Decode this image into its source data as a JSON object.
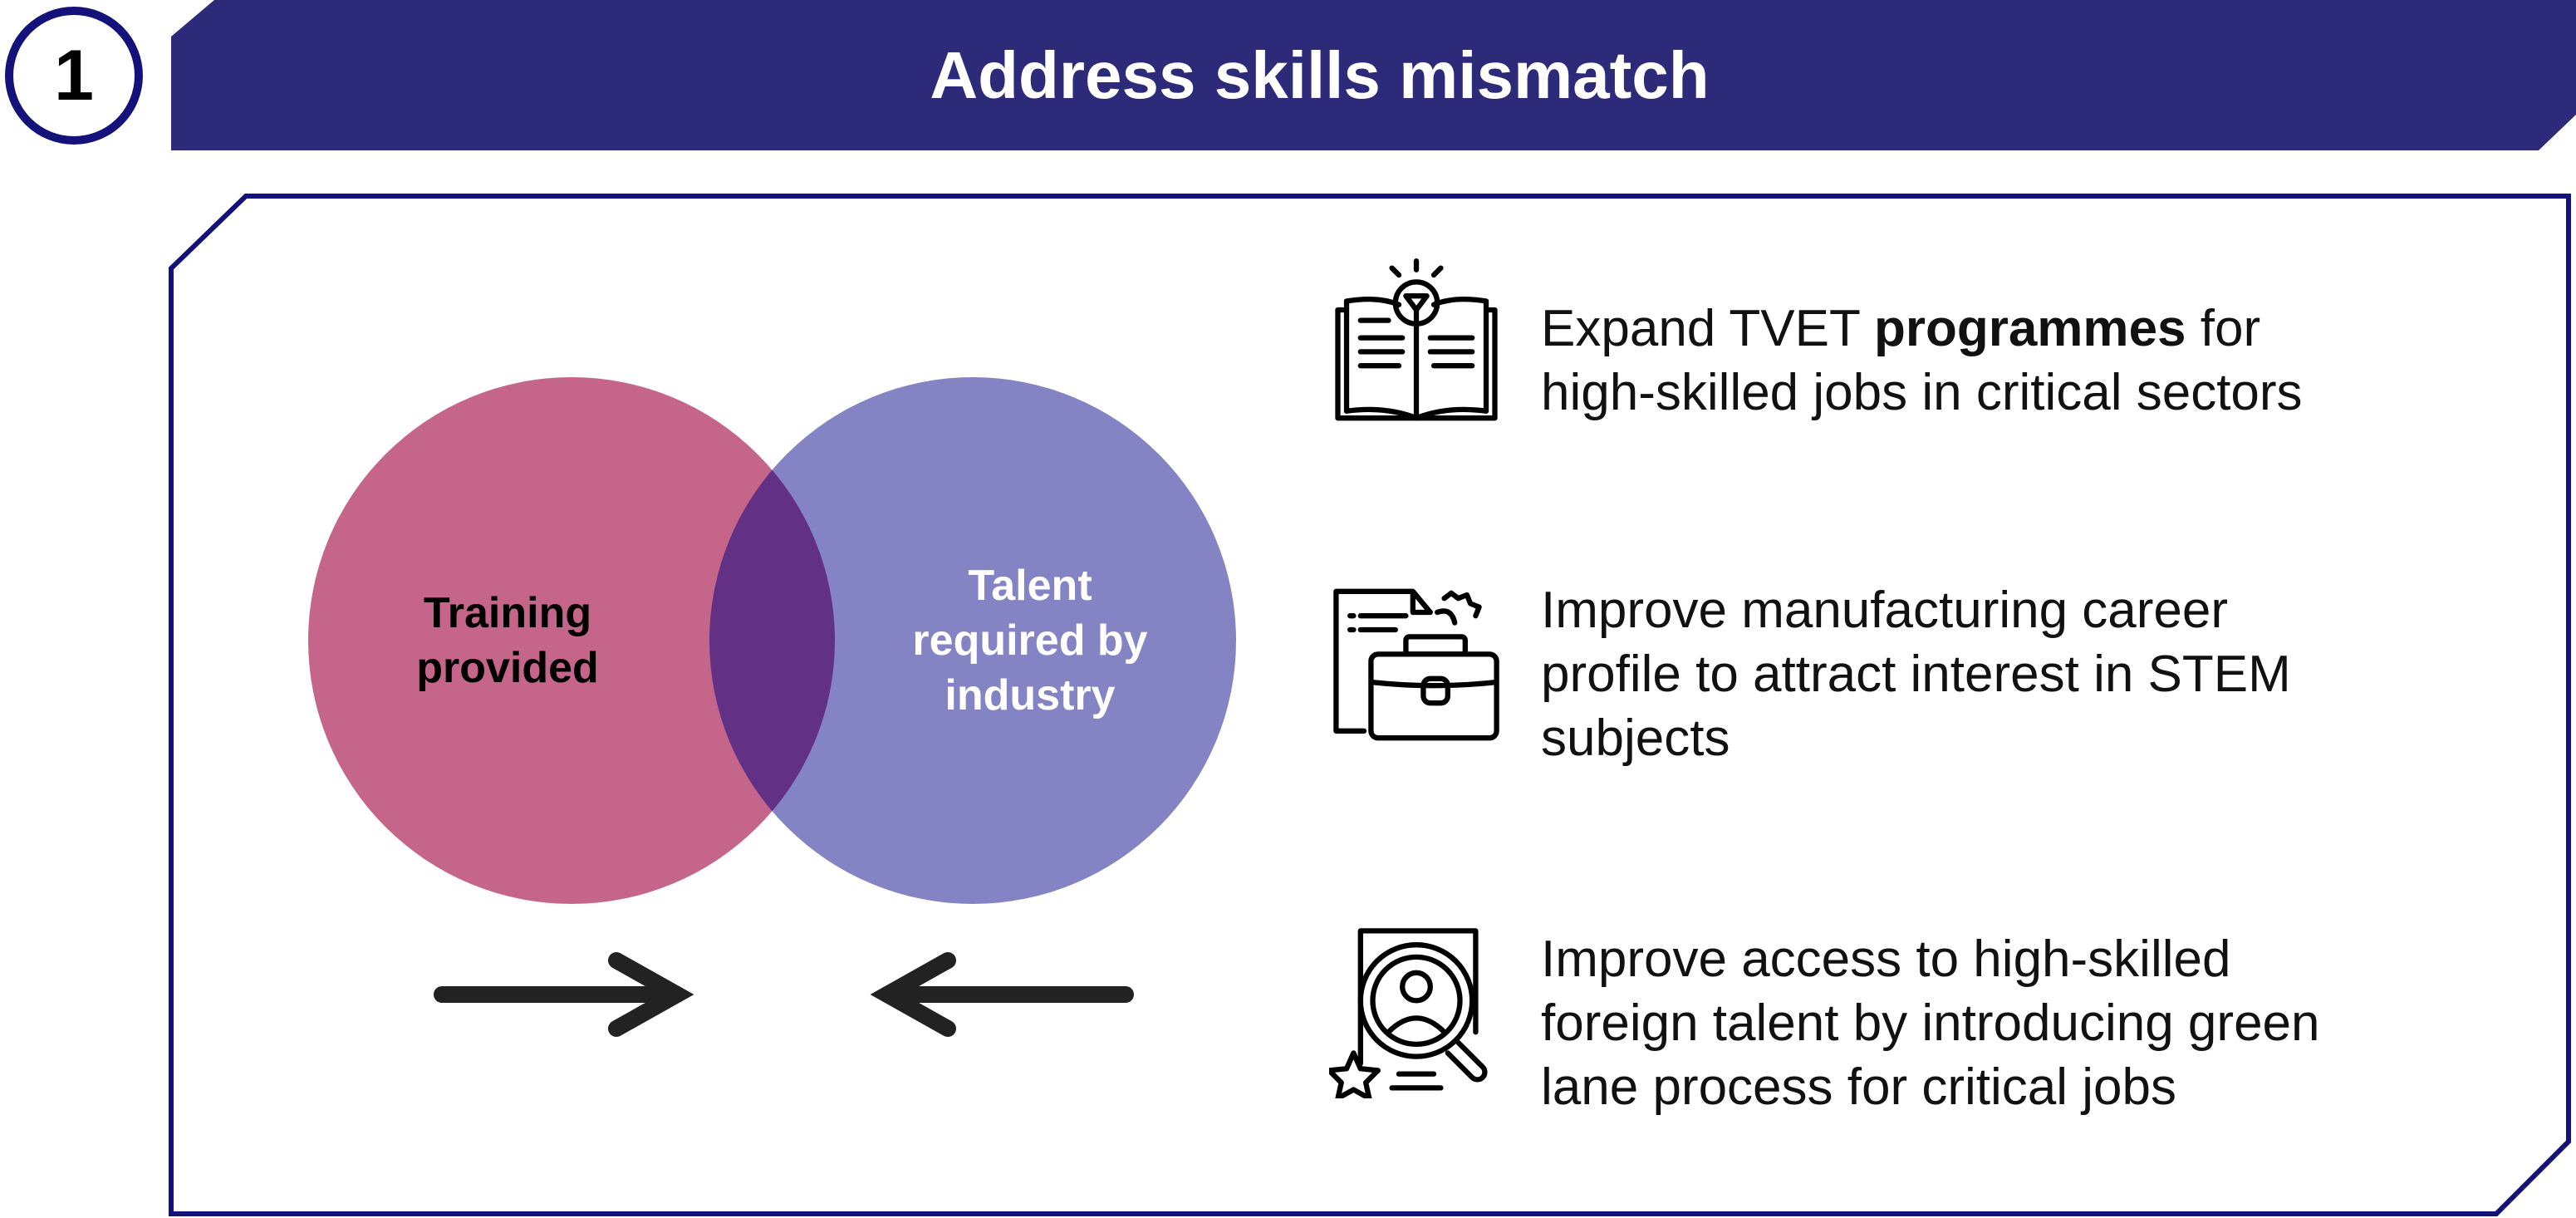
{
  "header": {
    "number": "1",
    "title": "Address skills mismatch"
  },
  "venn": {
    "left_label": [
      "Training",
      "provided"
    ],
    "right_label": [
      "Talent",
      "required by",
      "industry"
    ],
    "colors": {
      "left": "#c46589",
      "right": "#8483c3",
      "overlap": "#623085"
    }
  },
  "items": [
    {
      "icon": "book-lightbulb-icon",
      "lines": [
        [
          "Expand TVET ",
          "programmes",
          " for"
        ],
        "high-skilled jobs in critical sectors"
      ]
    },
    {
      "icon": "briefcase-document-gear-icon",
      "lines": [
        "Improve manufacturing career",
        "profile to attract interest in STEM",
        "subjects"
      ]
    },
    {
      "icon": "talent-search-icon",
      "lines": [
        "Improve access to high-skilled",
        "foreign talent by introducing green",
        "lane process for critical jobs"
      ]
    }
  ]
}
